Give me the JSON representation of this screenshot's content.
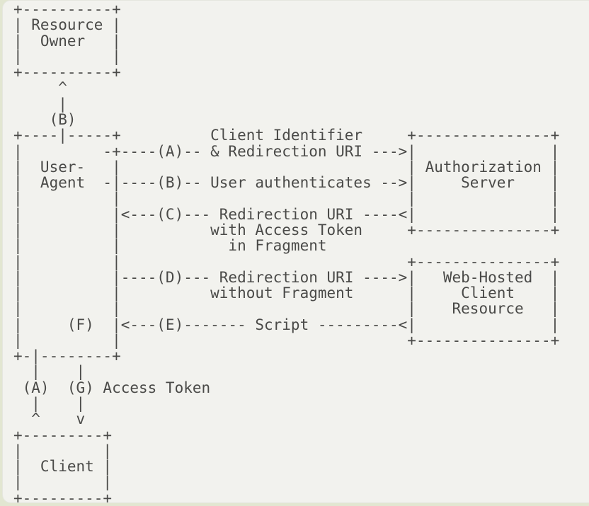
{
  "colors": {
    "page_background": "#e2e6d1",
    "panel_background": "#f2f2ee",
    "text": "#4a4a48"
  },
  "diagram": {
    "kind": "ascii-flow-diagram",
    "nodes": [
      "Resource Owner",
      "User-Agent",
      "Authorization Server",
      "Web-Hosted Client Resource",
      "Client"
    ],
    "step_markers": [
      "(A)",
      "(B)",
      "(C)",
      "(D)",
      "(E)",
      "(F)",
      "(G)"
    ],
    "flow_labels": [
      "Client Identifier & Redirection URI",
      "User authenticates",
      "Redirection URI with Access Token in Fragment",
      "Redirection URI without Fragment",
      "Script",
      "Access Token"
    ],
    "lines": [
      "+----------+",
      "| Resource |",
      "|  Owner   |",
      "|          |",
      "+----------+",
      "     ^",
      "     |",
      "    (B)",
      "+----|-----+          Client Identifier     +---------------+",
      "|         -+----(A)-- & Redirection URI --->|               |",
      "|  User-   |                                | Authorization |",
      "|  Agent  -|----(B)-- User authenticates -->|     Server    |",
      "|          |                                |               |",
      "|          |<---(C)--- Redirection URI ----<|               |",
      "|          |          with Access Token     +---------------+",
      "|          |            in Fragment",
      "|          |                                +---------------+",
      "|          |----(D)--- Redirection URI ---->|   Web-Hosted  |",
      "|          |          without Fragment      |     Client    |",
      "|          |                                |    Resource   |",
      "|     (F)  |<---(E)------- Script ---------<|               |",
      "|          |                                +---------------+",
      "+-|--------+",
      "  |    |",
      " (A)  (G) Access Token",
      "  |    |",
      "  ^    v",
      "+---------+",
      "|         |",
      "|  Client |",
      "|         |",
      "+---------+"
    ]
  }
}
